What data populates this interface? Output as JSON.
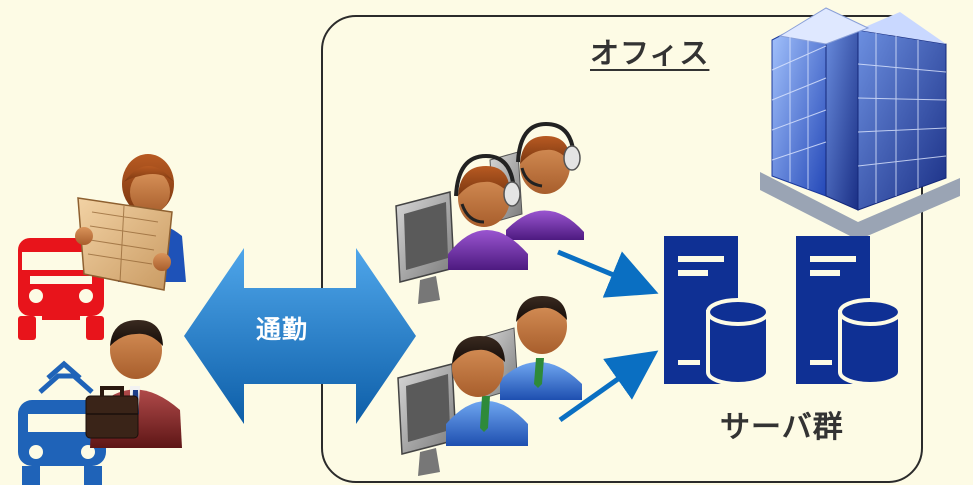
{
  "office": {
    "title": "オフィス"
  },
  "commute": {
    "label": "通勤"
  },
  "servers": {
    "label": "サーバ群"
  },
  "colors": {
    "background": "#fdfbe5",
    "bus": "#e8141b",
    "train": "#1f63b8",
    "server": "#0f3094",
    "arrow": "#0a6fc2",
    "commute_arrow": "#1a78c8",
    "agent_shirt_purple": "#6a2da0",
    "agent_shirt_blue": "#2f6fd0"
  },
  "icons": [
    "bus-icon",
    "train-icon",
    "newspaper-reader-icon",
    "businessman-icon",
    "office-building-icon",
    "headset-operator-icon",
    "office-worker-icon",
    "server-icon",
    "database-icon"
  ]
}
